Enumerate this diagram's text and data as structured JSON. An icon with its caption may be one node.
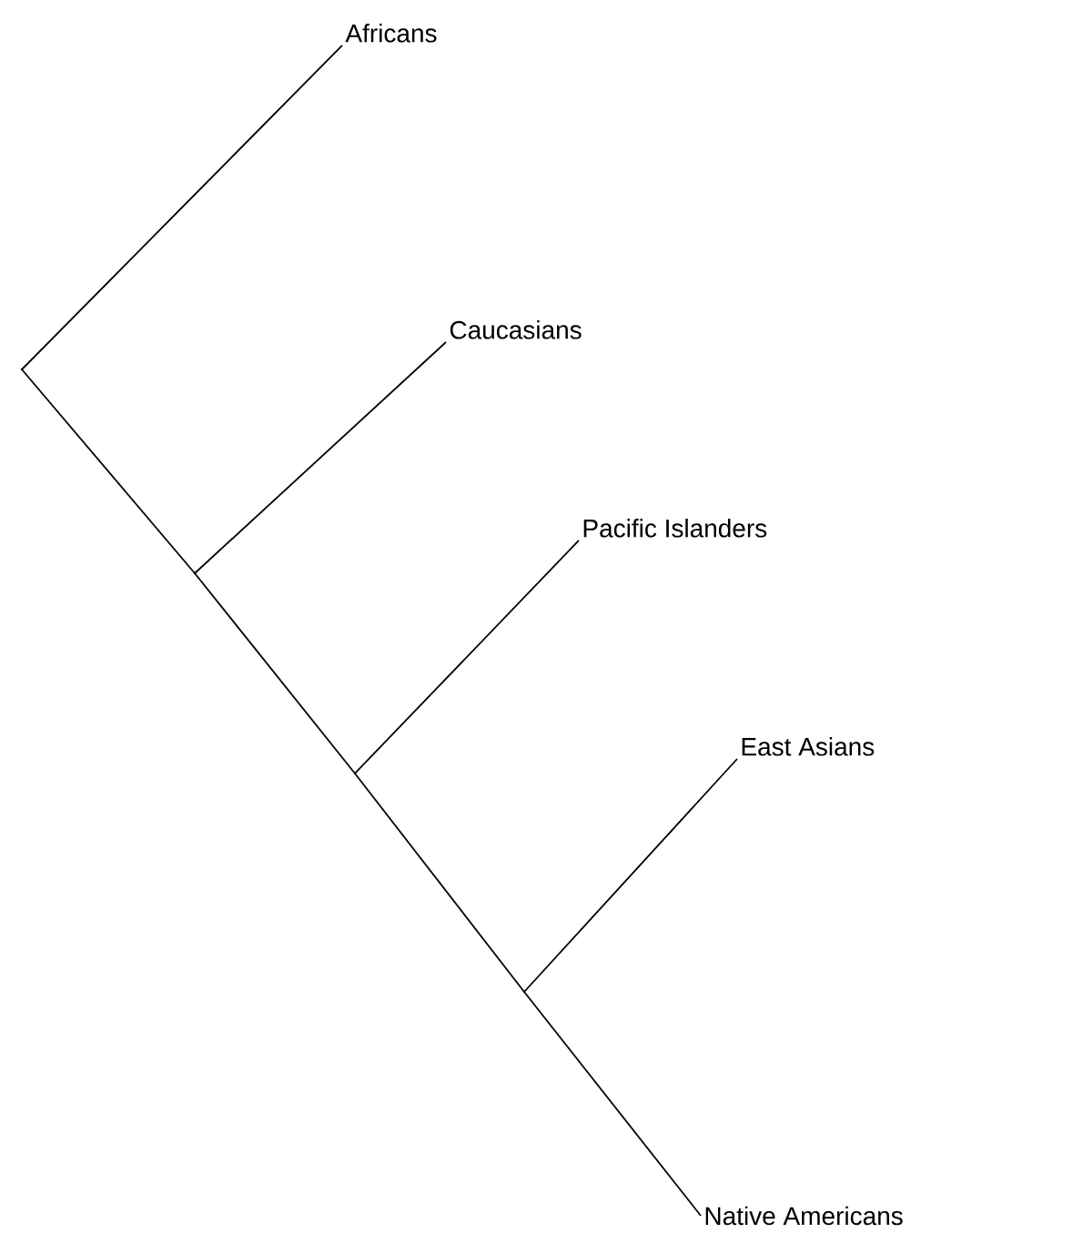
{
  "diagram": {
    "nodes": [
      {
        "text": [
          "Africans"
        ]
      },
      {
        "text": [
          "Caucasians"
        ]
      },
      {
        "text": [
          "Pacific Islanders"
        ]
      },
      {
        "text": [
          "East Asians"
        ]
      },
      {
        "text": [
          "Native Americans"
        ]
      },
      {
        "text": [],
        "shape": "point"
      },
      {
        "text": [],
        "shape": "point"
      },
      {
        "text": [],
        "shape": "point"
      },
      {
        "text": [],
        "shape": "point"
      }
    ],
    "edges": [
      {
        "from": 5,
        "to": 0,
        "arrow": "none"
      },
      {
        "from": 5,
        "to": 6,
        "arrow": "none"
      },
      {
        "from": 6,
        "to": 1,
        "arrow": "none"
      },
      {
        "from": 6,
        "to": 7,
        "arrow": "none"
      },
      {
        "from": 7,
        "to": 2,
        "arrow": "none"
      },
      {
        "from": 7,
        "to": 8,
        "arrow": "none"
      },
      {
        "from": 8,
        "to": 3,
        "arrow": "none"
      },
      {
        "from": 8,
        "to": 4,
        "arrow": "none"
      }
    ]
  }
}
